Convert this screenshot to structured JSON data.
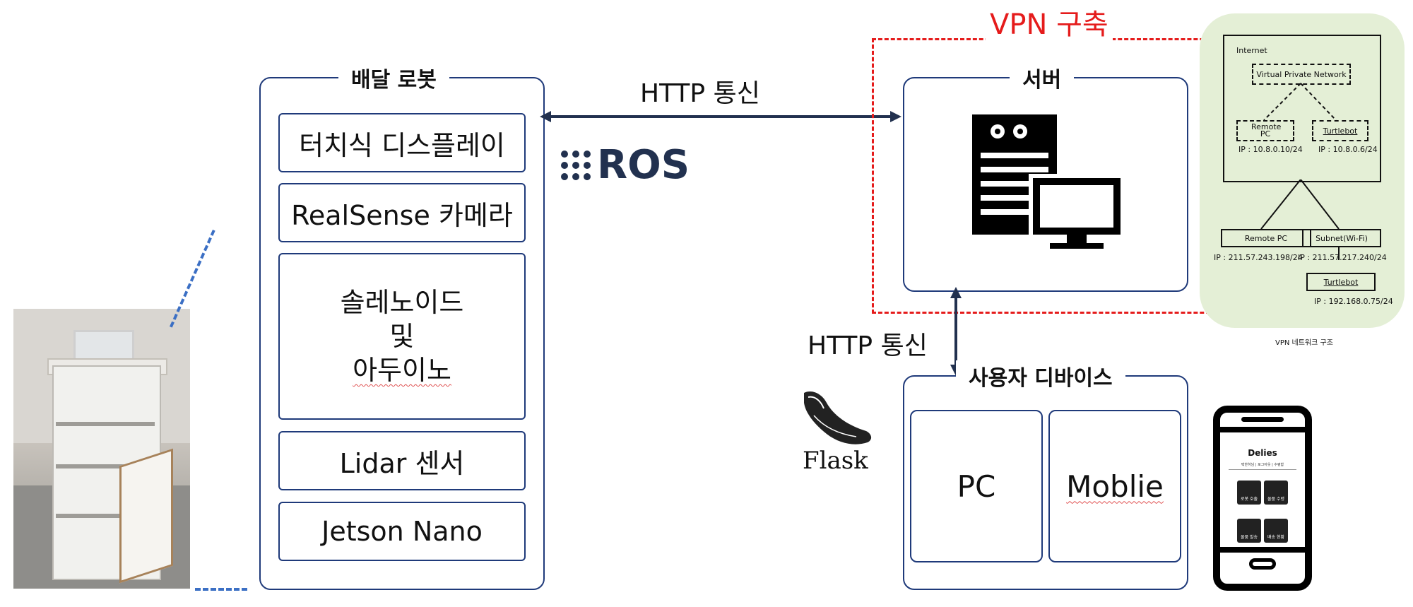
{
  "robot_panel": {
    "title": "배달 로봇",
    "components": [
      "터치식 디스플레이",
      "RealSense 카메라",
      "솔레노이드",
      "및",
      "아두이노",
      "Lidar 센서",
      "Jetson Nano"
    ]
  },
  "ros_logo": "ROS",
  "http_top": "HTTP 통신",
  "http_right": "HTTP 통신",
  "server_panel": {
    "title": "서버"
  },
  "vpn_label": "VPN  구축",
  "user_panel": {
    "title": "사용자 디바이스",
    "devices": [
      "PC",
      "Moblie"
    ]
  },
  "flask_logo": "Flask",
  "vpn_diagram": {
    "internet": "Internet",
    "vpn": "Virtual Private Network",
    "remote_pc_vpn": "Remote PC",
    "turtlebot_vpn": "Turtlebot",
    "ip_remote_vpn": "IP : 10.8.0.10/24",
    "ip_turtle_vpn": "IP : 10.8.0.6/24",
    "remote_pc": "Remote PC",
    "subnet": "Subnet(Wi-Fi)",
    "ip_remote": "IP : 211.57.243.198/24",
    "ip_subnet": "IP : 211.57.217.240/24",
    "turtlebot": "Turtlebot",
    "ip_turtlebot": "IP : 192.168.0.75/24",
    "caption": "VPN 네트워크 구조"
  },
  "phone_app": {
    "title": "Delies",
    "menu": "택한하님 | 로그아웃 | 수령함",
    "buttons": [
      "로봇 호출",
      "물품 수령",
      "물품 발송",
      "배송 현황"
    ]
  },
  "colors": {
    "panel_border": "#1f3a7a",
    "vpn_red": "#e51b1b",
    "zoom_blue": "#3b6fc4",
    "vpn_green": "#e4efd6"
  }
}
